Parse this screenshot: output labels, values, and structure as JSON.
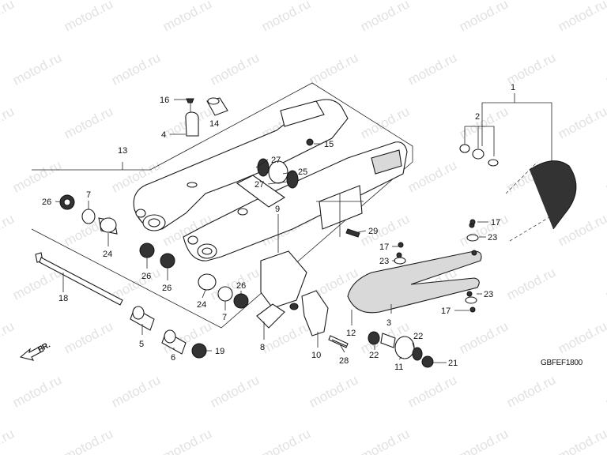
{
  "watermark": "motod.ru",
  "diagram_code": "GBFEF1800",
  "direction_label": "FR.",
  "part_numbers": {
    "p1": "1",
    "p2": "2",
    "p3": "3",
    "p4": "4",
    "p5": "5",
    "p6": "6",
    "p7a": "7",
    "p7b": "7",
    "p8": "8",
    "p9": "9",
    "p10": "10",
    "p11": "11",
    "p12": "12",
    "p13": "13",
    "p14": "14",
    "p15": "15",
    "p16": "16",
    "p17a": "17",
    "p17b": "17",
    "p17c": "17",
    "p18": "18",
    "p19": "19",
    "p21": "21",
    "p22a": "22",
    "p22b": "22",
    "p23a": "23",
    "p23b": "23",
    "p23c": "23",
    "p24a": "24",
    "p24b": "24",
    "p25": "25",
    "p26a": "26",
    "p26b": "26",
    "p26c": "26",
    "p26d": "26",
    "p27a": "27",
    "p27b": "27",
    "p28": "28",
    "p29": "29"
  }
}
